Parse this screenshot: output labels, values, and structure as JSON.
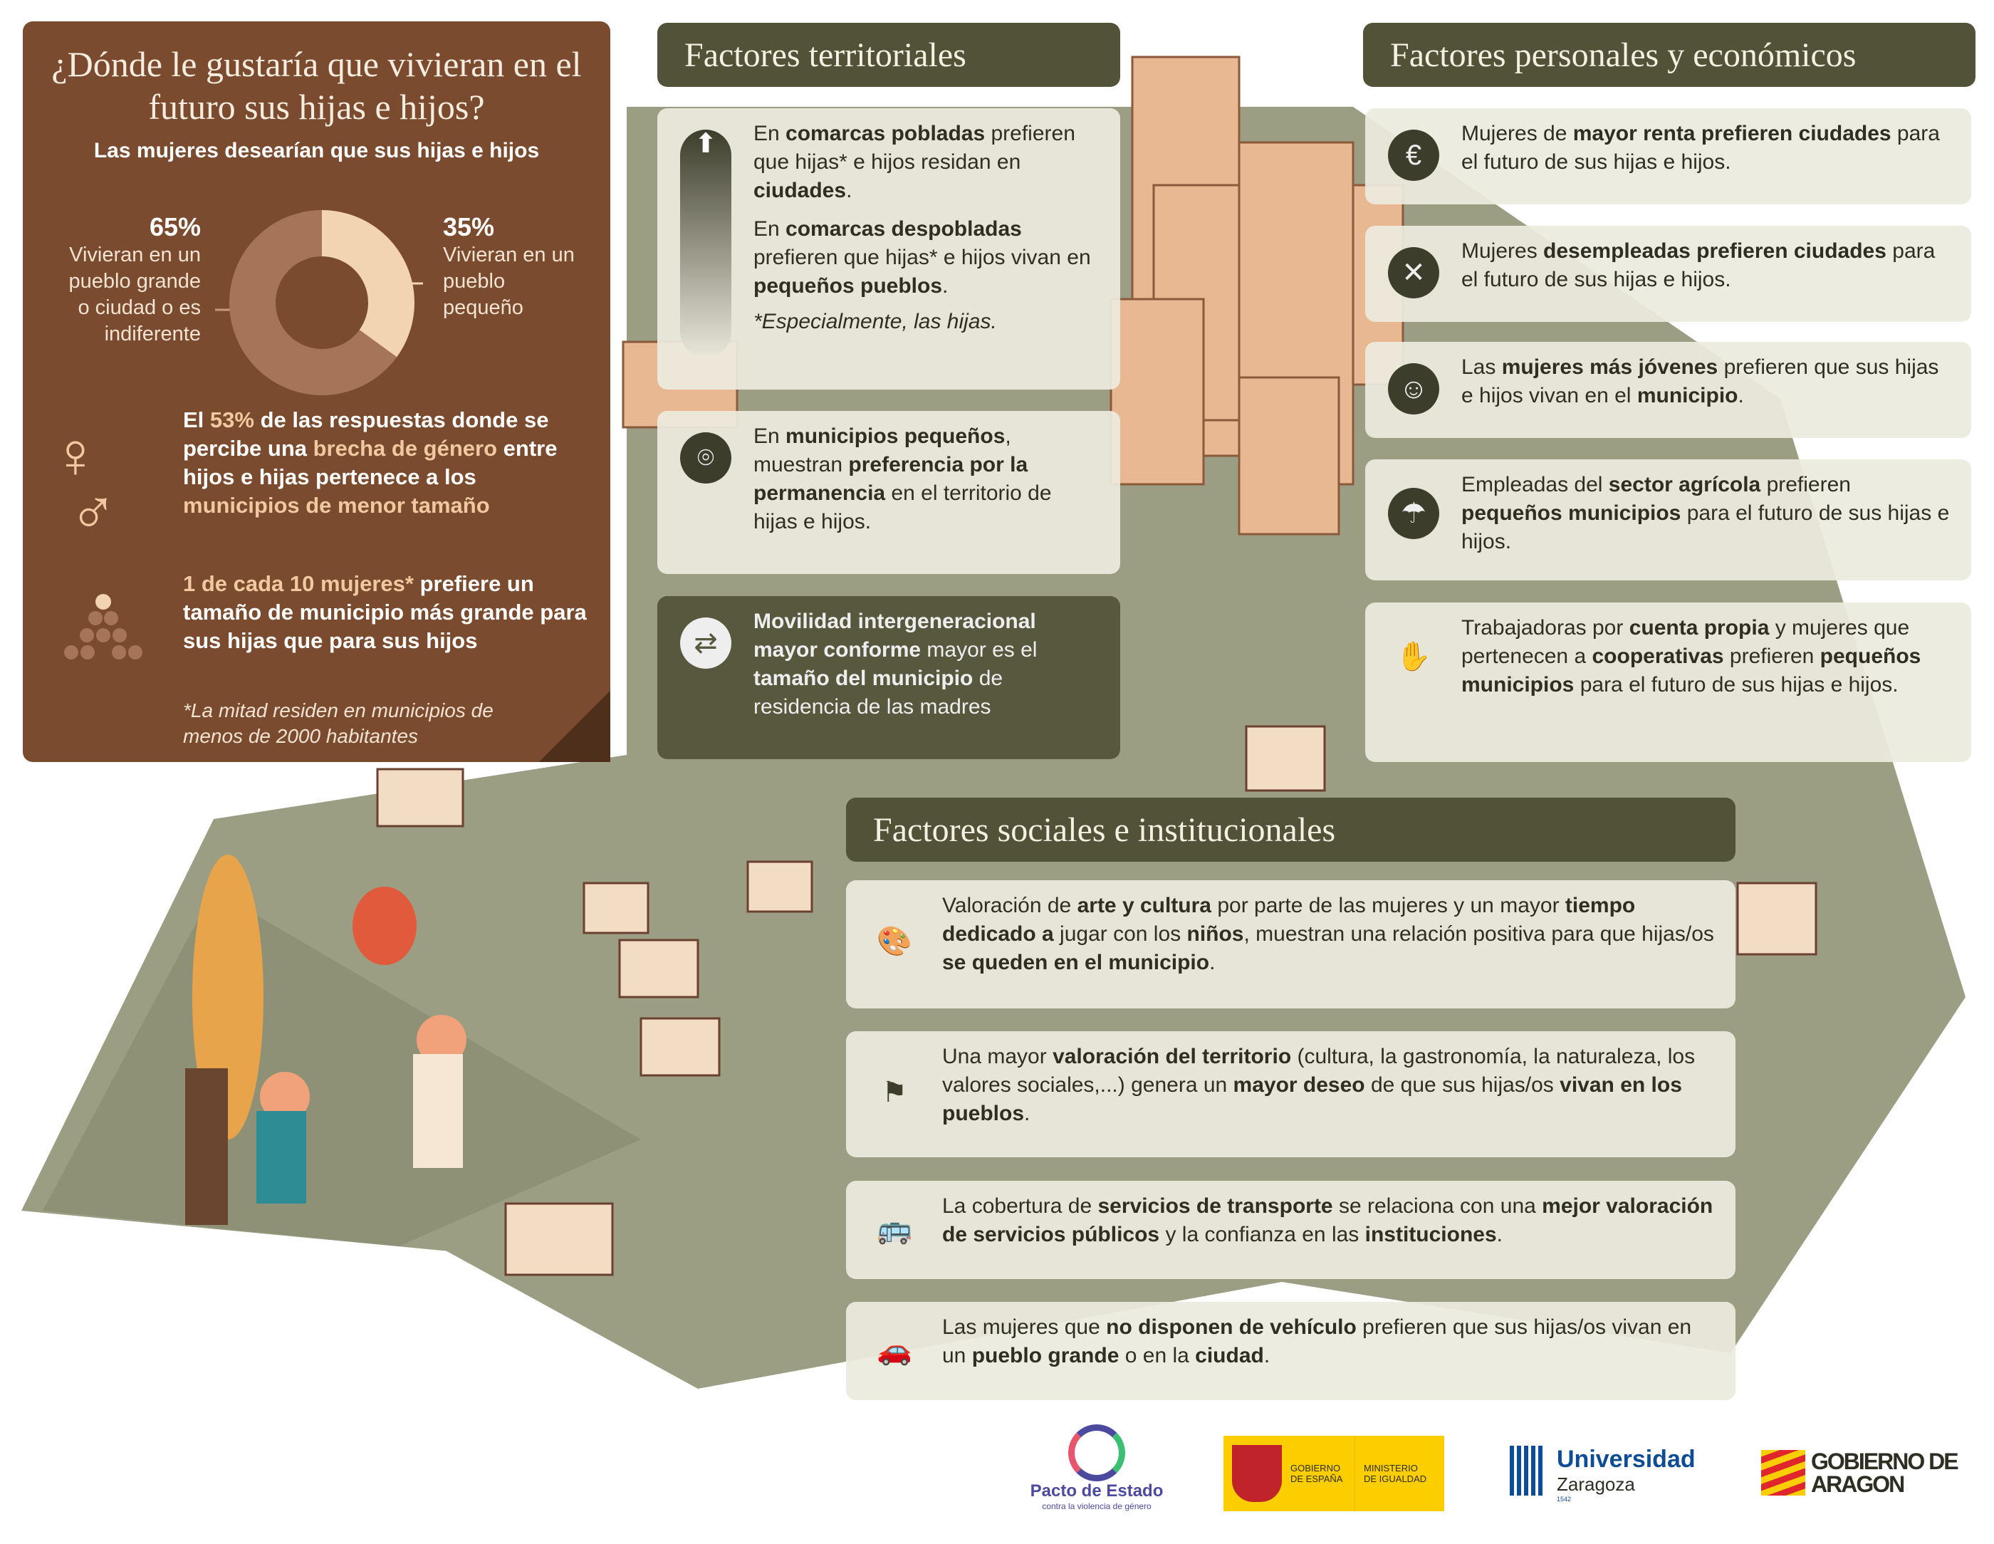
{
  "panel": {
    "title": "¿Dónde le gustaría que vivieran en el futuro sus hijas e hijos?",
    "subtitle": "Las mujeres desearían que sus hijas e hijos",
    "left_pct": "65%",
    "left_label": "Vivieran en un pueblo grande o ciudad o es indiferente",
    "right_pct": "35%",
    "right_label": "Vivieran en un pueblo pequeño",
    "chart_data": {
      "type": "pie",
      "categories": [
        "Pueblo grande o ciudad o es indiferente",
        "Pueblo pequeño"
      ],
      "values": [
        65,
        35
      ],
      "colors": [
        "#a67456",
        "#f2d4b2"
      ]
    },
    "gap_pre": "El ",
    "gap_pct": "53%",
    "gap_mid": " de las respuestas donde se percibe una ",
    "gap_hl1": "brecha de género",
    "gap_mid2": " entre hijos e hijas pertenece a los ",
    "gap_hl2": "municipios de menor tamaño",
    "one_hl": "1 de cada 10 mujeres*",
    "one_rest": " prefiere un tamaño de municipio más grande para sus hijas que para sus hijos",
    "footnote": "*La mitad residen en municipios de menos de 2000 habitantes"
  },
  "territoriales": {
    "header": "Factores territoriales",
    "p1": [
      "En ",
      "comarcas pobladas",
      " prefieren que hijas* e hijos residan en ",
      "ciudades",
      "."
    ],
    "p2": [
      "En ",
      "comarcas despobladas",
      " prefieren que hijas* e hijos vivan en ",
      "pequeños pueblos",
      "."
    ],
    "note": "*Especialmente, las hijas.",
    "p3": [
      "En ",
      "municipios pequeños",
      ", muestran ",
      "preferencia por la permanencia",
      " en el territorio de hijas e hijos."
    ],
    "p4": [
      "Movilidad intergeneracional mayor conforme",
      " mayor es el ",
      "tamaño del municipio",
      " de residencia de las madres"
    ]
  },
  "personales": {
    "header": "Factores personales y económicos",
    "items": [
      [
        "Mujeres de ",
        "mayor renta prefieren ciudades",
        " para el futuro de sus hijas e hijos."
      ],
      [
        "Mujeres ",
        "desempleadas prefieren ciudades",
        " para el futuro de sus hijas e hijos."
      ],
      [
        "Las ",
        "mujeres más jóvenes",
        " prefieren que sus hijas e hijos vivan en el ",
        "municipio",
        "."
      ],
      [
        "Empleadas del ",
        "sector agrícola",
        " prefieren ",
        "pequeños municipios",
        " para el futuro de sus hijas e hijos."
      ],
      [
        "Trabajadoras por ",
        "cuenta propia",
        " y mujeres que pertenecen a ",
        "cooperativas",
        " prefieren ",
        "pequeños municipios",
        " para el futuro de sus hijas e hijos."
      ]
    ]
  },
  "sociales": {
    "header": "Factores sociales e institucionales",
    "items": [
      [
        "Valoración de ",
        "arte y cultura",
        " por parte de las mujeres y un mayor ",
        "tiempo dedicado a",
        " jugar con los ",
        "niños",
        ", muestran una relación positiva para que hijas/os ",
        "se queden en el municipio",
        "."
      ],
      [
        "Una mayor ",
        "valoración del territorio",
        " (cultura, la gastronomía, la naturaleza, los valores sociales,...) genera un ",
        "mayor deseo",
        " de que sus hijas/os ",
        "vivan en los pueblos",
        "."
      ],
      [
        "La cobertura de ",
        "servicios de transporte",
        " se relaciona con una ",
        "mejor valoración de servicios públicos",
        " y la confianza en las ",
        "instituciones",
        "."
      ],
      [
        "Las mujeres que ",
        "no disponen de vehículo",
        " prefieren que sus hijas/os vivan en un ",
        "pueblo grande",
        " o en la ",
        "ciudad",
        "."
      ]
    ]
  },
  "logos": {
    "pacto": "Pacto de Estado",
    "pacto_sub": "contra la violencia de género",
    "gob_es": "GOBIERNO DE ESPAÑA",
    "ministerio": "MINISTERIO DE IGUALDAD",
    "uni": "Universidad",
    "uni_city": "Zaragoza",
    "uni_year": "1542",
    "aragon": "GOBIERNO DE ARAGON"
  }
}
